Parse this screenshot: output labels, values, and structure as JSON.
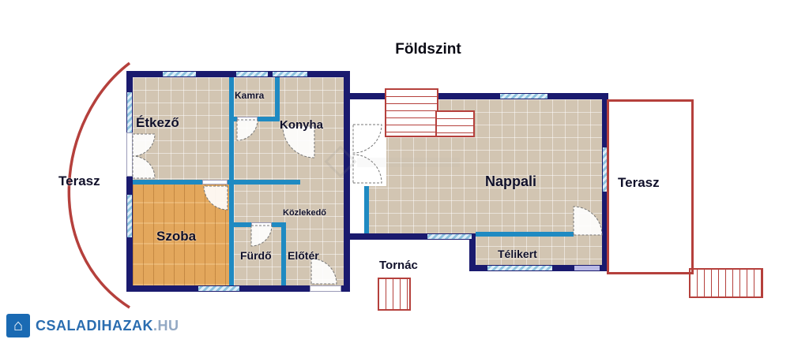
{
  "labels": {
    "title": "Földszint",
    "etkezo": "Étkező",
    "kamra": "Kamra",
    "konyha": "Konyha",
    "szoba": "Szoba",
    "kozlekedo": "Közlekedő",
    "furdo": "Fürdő",
    "eloter": "Előtér",
    "tornac": "Tornác",
    "nappali": "Nappali",
    "telikert": "Télikert",
    "terasz_left": "Terasz",
    "terasz_right": "Terasz"
  },
  "logo": {
    "icon": "house-icon",
    "name": "CSALADIHAZAK",
    "tld": ".HU"
  },
  "colors": {
    "outer_wall": "#1a1a6e",
    "interior_wall": "#1f8ac2",
    "window_blue": "#8cc2de",
    "red_line": "#b5403c",
    "tile_floor": "#d2c5b2",
    "wood_floor": "#e3a75c",
    "lavender_window": "#b9b9e6",
    "logo_blue": "#2a6db0",
    "logo_gray": "#93a9c4"
  }
}
